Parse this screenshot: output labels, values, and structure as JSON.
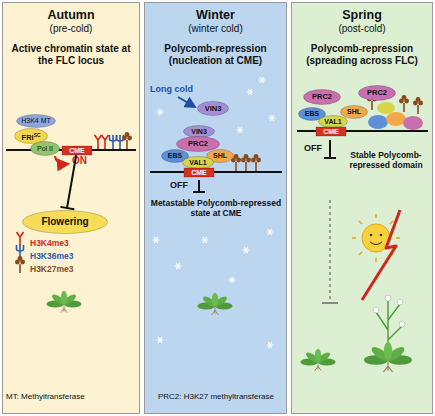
{
  "diagram": {
    "nodes": [
      {
        "text": [
          "Autumn",
          "(pre-cold)",
          "Active chromatin state at the FLC locus"
        ]
      },
      {
        "text": [
          "H3K4 MT"
        ],
        "in": 0
      },
      {
        "text": [
          "FRI",
          "SC"
        ],
        "in": 0
      },
      {
        "text": [
          "Pol II"
        ],
        "in": 0
      },
      {
        "text": [
          "CME"
        ],
        "in": 0
      },
      {
        "text": [
          "Flowering"
        ],
        "in": 0
      },
      {
        "text": [
          "Winter",
          "(winter cold)",
          "Polycomb-repression (nucleation at CME)"
        ]
      },
      {
        "text": [
          "VIN3"
        ],
        "in": 6
      },
      {
        "text": [
          "VIN3"
        ],
        "in": 6
      },
      {
        "text": [
          "PRC2"
        ],
        "in": 6
      },
      {
        "text": [
          "EBS"
        ],
        "in": 6
      },
      {
        "text": [
          "SHL"
        ],
        "in": 6
      },
      {
        "text": [
          "VAL1"
        ],
        "in": 6
      },
      {
        "text": [
          "CME"
        ],
        "in": 6
      },
      {
        "text": [
          "Spring",
          "(post-cold)",
          "Polycomb-repression (spreading across FLC)"
        ]
      },
      {
        "text": [
          "PRC2"
        ],
        "in": 14
      },
      {
        "text": [
          "PRC2"
        ],
        "in": 14
      },
      {
        "text": [
          "EBS"
        ],
        "in": 14
      },
      {
        "text": [
          "SHL"
        ],
        "in": 14
      },
      {
        "text": [
          "VAL1"
        ],
        "in": 14
      },
      {
        "text": [
          "CME"
        ],
        "in": 14
      }
    ],
    "edges": [
      {
        "from": 4,
        "to": 5,
        "arrow": "to"
      }
    ],
    "labels": [
      "ON",
      "Long cold",
      "OFF",
      "Metastable Polycomb-repressed state at CME",
      "OFF",
      "Stable Polycomb-repressed domain",
      "MT: Methyltransferase",
      "PRC2: H3K27 methyltransferase"
    ],
    "legend": [
      {
        "text": "H3K4me3"
      },
      {
        "text": "H3K36me3"
      },
      {
        "text": "H3K27me3"
      }
    ]
  }
}
